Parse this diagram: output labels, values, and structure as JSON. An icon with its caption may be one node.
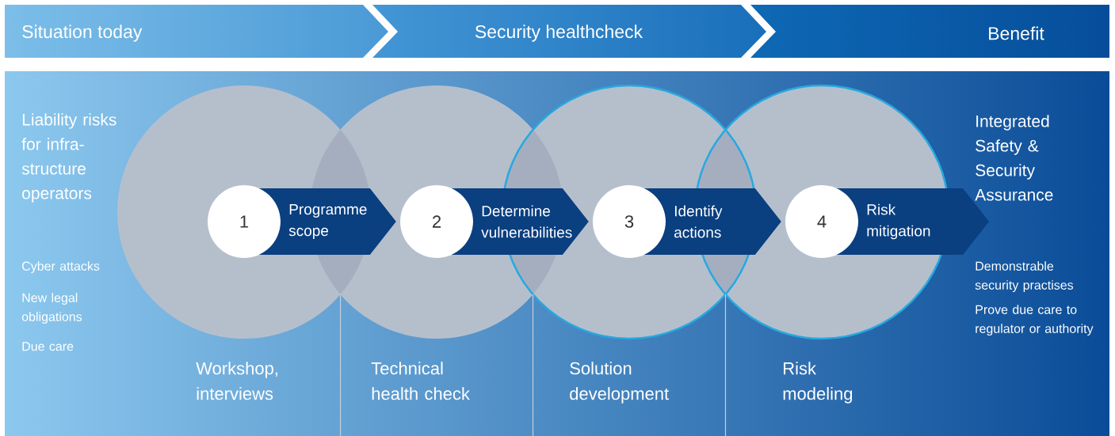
{
  "diagram": {
    "nodes": [
      {
        "text": [
          "Situation today"
        ]
      },
      {
        "text": [
          "Security healthcheck"
        ]
      },
      {
        "text": [
          "Benefit"
        ]
      },
      {
        "text": [
          "1"
        ]
      },
      {
        "text": [
          "2"
        ]
      },
      {
        "text": [
          "3"
        ]
      },
      {
        "text": [
          "4"
        ]
      },
      {
        "text": [
          "Integrated Safety & Security Assurance"
        ]
      }
    ],
    "edges": [
      {
        "from": 3,
        "to": 4,
        "arrow": "to",
        "label": "Programme scope"
      },
      {
        "from": 4,
        "to": 5,
        "arrow": "to",
        "label": "Determine vulnerabilities"
      },
      {
        "from": 5,
        "to": 6,
        "arrow": "to",
        "label": "Identify actions"
      },
      {
        "from": 6,
        "to": 7,
        "arrow": "to",
        "label": "Risk mitigation"
      }
    ],
    "labels": [
      "Liability risks for infra-structure operators",
      "Cyber attacks",
      "Demonstrable security practises",
      "New legal obligations",
      "Prove due care to regulator or authority",
      "Due care",
      "Workshop, interviews",
      "Technical health check",
      "Solution development",
      "Risk modeling"
    ]
  }
}
